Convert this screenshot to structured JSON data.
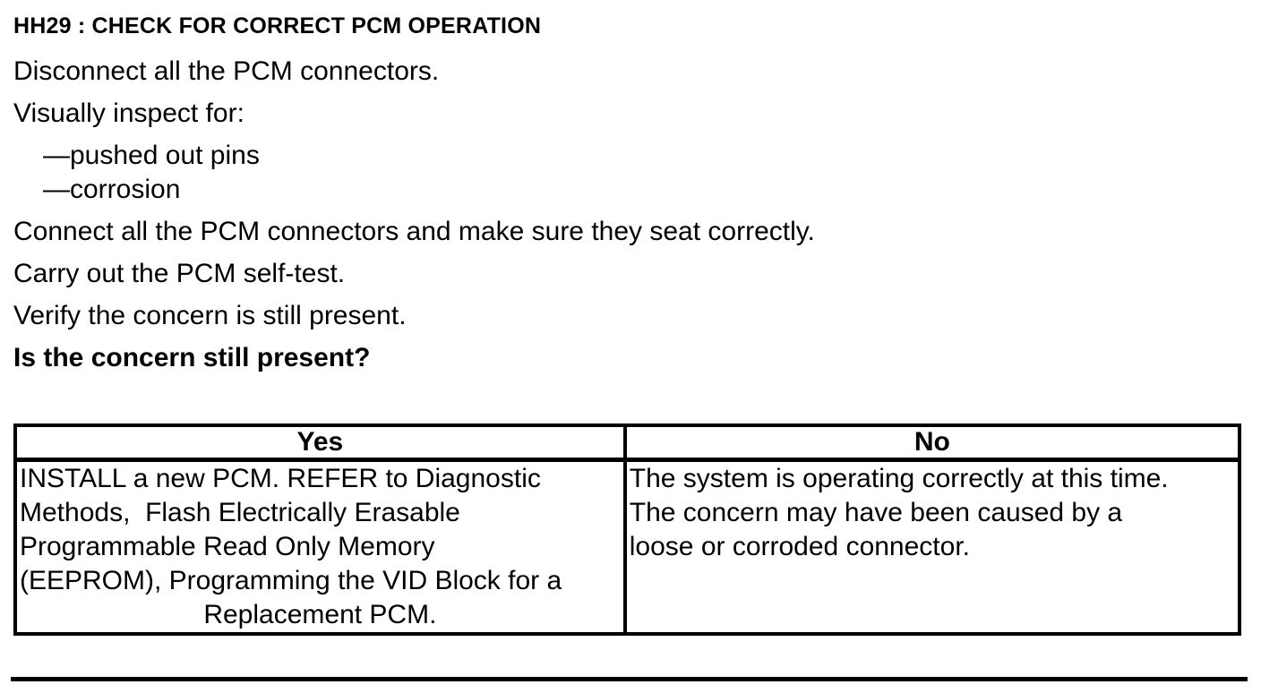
{
  "document": {
    "title": "HH29 : CHECK FOR CORRECT PCM OPERATION",
    "steps": {
      "disconnect": "Disconnect all the PCM connectors.",
      "inspect_intro": "Visually inspect for:",
      "inspect_items": [
        "—pushed out pins",
        "—corrosion"
      ],
      "connect": "Connect all the PCM connectors and make sure they seat correctly.",
      "selftest": "Carry out the PCM self-test.",
      "verify": "Verify the concern is still present.",
      "question": "Is the concern still present?"
    },
    "result_table": {
      "yes_header": "Yes",
      "no_header": "No",
      "yes_lines": [
        "INSTALL a new PCM. REFER to Diagnostic",
        "Methods,  Flash Electrically Erasable",
        "Programmable Read Only Memory",
        "(EEPROM), Programming the VID Block for a",
        "Replacement PCM."
      ],
      "no_lines": [
        "The system is operating correctly at this time.",
        "The concern may have been caused by a",
        "loose or corroded connector."
      ]
    },
    "colors": {
      "text": "#000000",
      "background": "#ffffff",
      "border": "#000000"
    }
  }
}
